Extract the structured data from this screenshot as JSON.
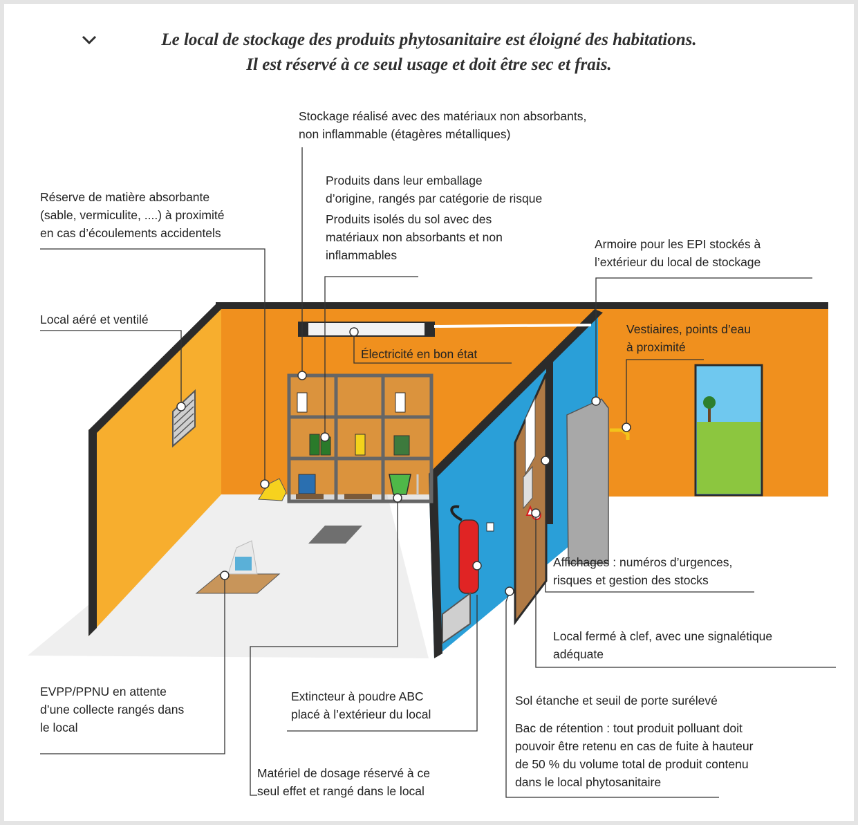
{
  "title": {
    "line1": "Le local de stockage des produits phytosanitaire est éloigné des habitations.",
    "line2": "Il est réservé à ce seul usage et doit être sec et frais."
  },
  "labels": {
    "stockage": "Stockage réalisé avec des matériaux non absorbants,\nnon inflammable (étagères métalliques)",
    "emballage": "Produits dans leur emballage\nd’origine, rangés par catégorie de risque",
    "isoles": "Produits isolés du sol avec des\nmatériaux non absorbants et non\ninflammables",
    "reserve": "Réserve de matière absorbante\n(sable, vermiculite, ....) à proximité\nen cas d’écoulements accidentels",
    "armoire": "Armoire pour les EPI stockés à\nl’extérieur du local de stockage",
    "aere": "Local aéré et ventilé",
    "vestiaires": "Vestiaires, points d’eau\nà proximité",
    "electricite": "Électricité en bon état",
    "affichages": "Affichages : numéros d’urgences,\nrisques et gestion des stocks",
    "ferme": "Local fermé à clef, avec une signalétique\nadéquate",
    "evpp": "EVPP/PPNU en attente\nd’une collecte rangés dans\nle local",
    "extincteur": "Extincteur à poudre ABC\nplacé à l’extérieur du local",
    "sol": "Sol étanche et seuil de porte surélevé",
    "bac": "Bac de rétention : tout produit polluant doit\npouvoir être retenu en cas de fuite à hauteur\nde 50 % du volume total de produit contenu\ndans le local phytosanitaire",
    "dosage": "Matériel de dosage réservé à ce\nseul effet et rangé dans le local"
  },
  "colors": {
    "wall_left": "#f7ae2e",
    "wall_back": "#f0901e",
    "wall_blue": "#2a9fd8",
    "floor": "#efefef",
    "wall_top": "#2b2b2b",
    "frame_border": "#e6e6e6"
  },
  "icons": [
    "chevron-down-icon",
    "fire-extinguisher-icon",
    "vent-grille-icon",
    "tree-icon",
    "bottle-icon",
    "bucket-icon",
    "faucet-icon",
    "warning-sign-icon"
  ]
}
